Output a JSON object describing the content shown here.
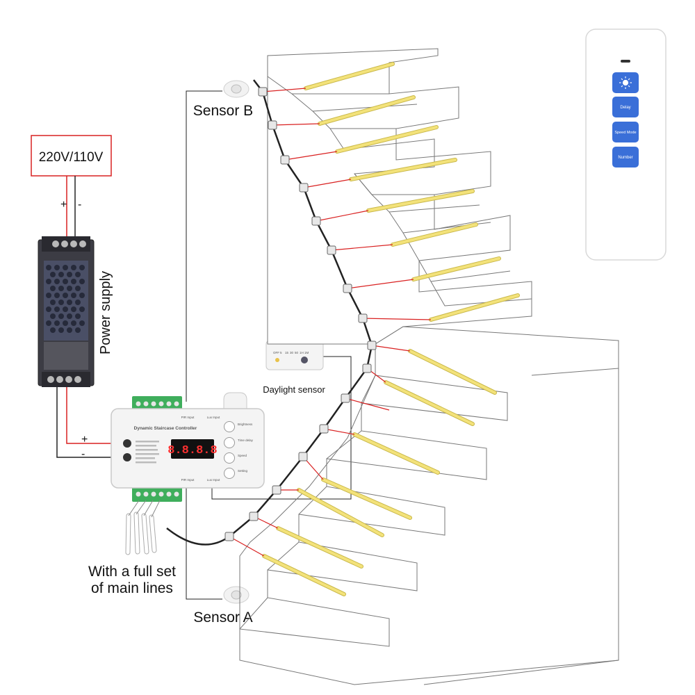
{
  "labels": {
    "voltage": "220V/110V",
    "power_supply": "Power supply",
    "sensor_b": "Sensor B",
    "sensor_a": "Sensor A",
    "daylight_sensor": "Daylight sensor",
    "main_lines_1": "With a full set",
    "main_lines_2": "of main lines",
    "plus": "+",
    "minus": "-"
  },
  "controller": {
    "title": "Dynamic Staircase Controller",
    "display": "8.8.8.8",
    "buttons": [
      "Brightness",
      "Time delay",
      "Speed",
      "Setting"
    ],
    "pir_input_top": "PIR Input",
    "lux_input_top": "Lux Input",
    "pir_input_bottom": "PIR Input",
    "lux_input_bottom": "Lux Input"
  },
  "daylight_scale": [
    "OFF",
    "5",
    "15",
    "30",
    "50",
    "1H",
    "1M"
  ],
  "remote": {
    "buttons": [
      "Delay",
      "Speed Mode",
      "Number"
    ],
    "sun_icon": "sun-icon"
  },
  "colors": {
    "wire_red": "#d92020",
    "wire_black": "#222222",
    "led": "#f3e27a",
    "remote_button": "#3a6fd8",
    "voltage_box": "#d92020"
  }
}
